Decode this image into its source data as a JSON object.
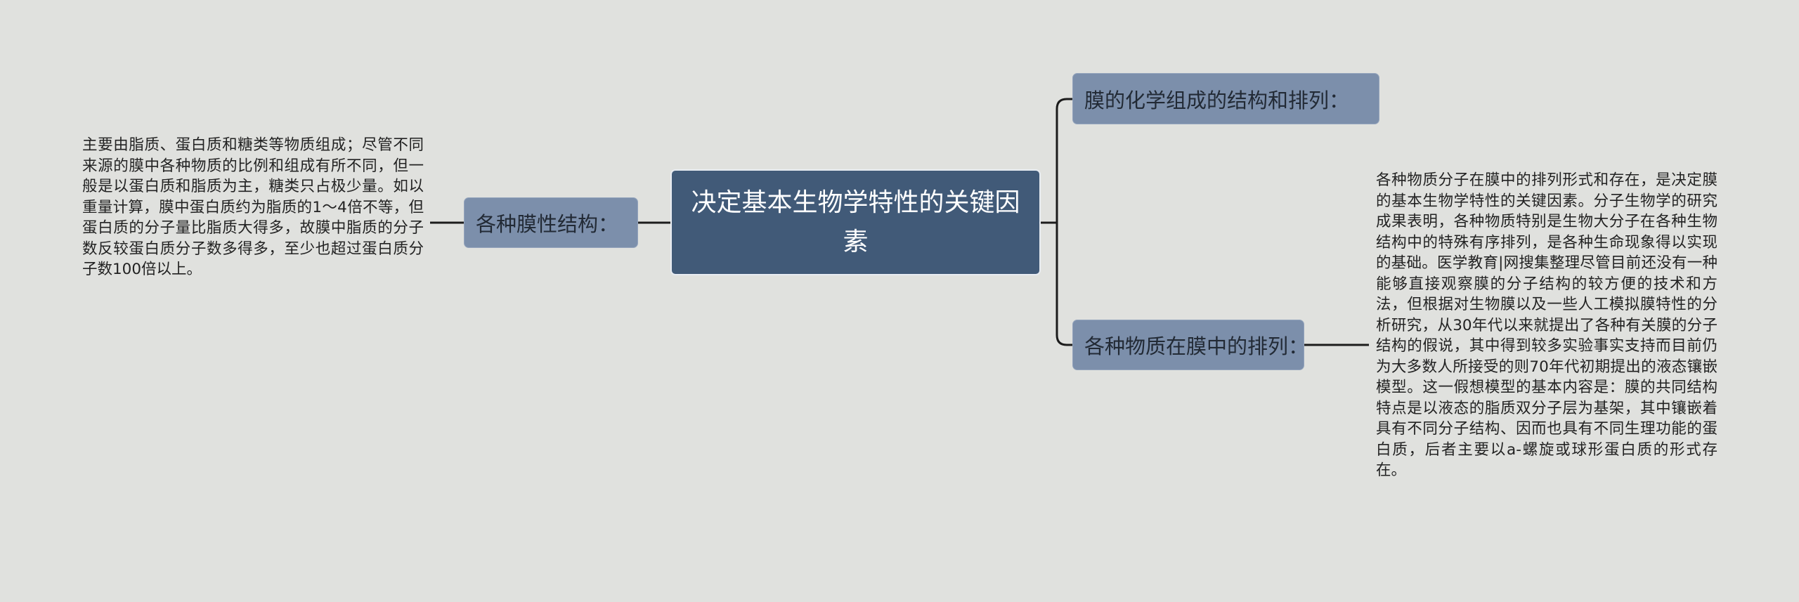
{
  "mindmap": {
    "root": {
      "title": "决定基本生物学特性的关键因素"
    },
    "left_branch": {
      "label": "各种膜性结构：",
      "detail": "主要由脂质、蛋白质和糖类等物质组成；尽管不同来源的膜中各种物质的比例和组成有所不同，但一般是以蛋白质和脂质为主，糖类只占极少量。如以重量计算，膜中蛋白质约为脂质的1～4倍不等，但蛋白质的分子量比脂质大得多，故膜中脂质的分子数反较蛋白质分子数多得多，至少也超过蛋白质分子数100倍以上。"
    },
    "right_top_branch": {
      "label": "膜的化学组成的结构和排列："
    },
    "right_bottom_branch": {
      "label": "各种物质在膜中的排列：",
      "detail": "各种物质分子在膜中的排列形式和存在，是决定膜的基本生物学特性的关键因素。分子生物学的研究成果表明，各种物质特别是生物大分子在各种生物结构中的特殊有序排列，是各种生命现象得以实现的基础。医学教育|网搜集整理尽管目前还没有一种能够直接观察膜的分子结构的较方便的技术和方法，但根据对生物膜以及一些人工模拟膜特性的分析研究，从30年代以来就提出了各种有关膜的分子结构的假说，其中得到较多实验事实支持而目前仍为大多数人所接受的则70年代初期提出的液态镶嵌模型。这一假想模型的基本内容是：膜的共同结构特点是以液态的脂质双分子层为基架，其中镶嵌着具有不同分子结构、因而也具有不同生理功能的蛋白质，后者主要以a-螺旋或球形蛋白质的形式存在。"
    }
  },
  "colors": {
    "background": "#e0e1de",
    "root_fill": "#415a78",
    "branch_fill": "#7c8fab",
    "connector": "#1c1c1c"
  }
}
